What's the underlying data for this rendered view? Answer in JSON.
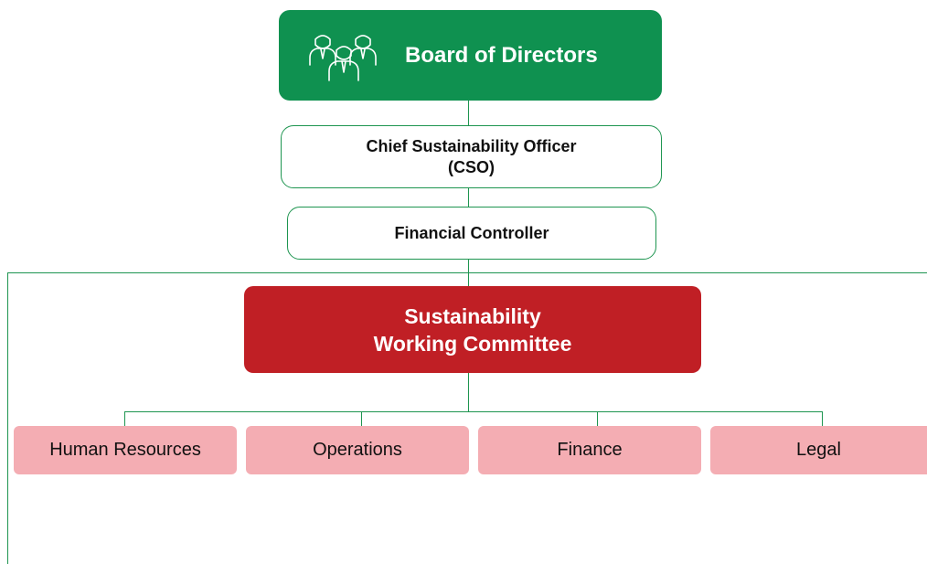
{
  "board": {
    "title": "Board of Directors",
    "icon": "group-of-people-icon"
  },
  "cso": {
    "line1": "Chief Sustainability Officer",
    "line2": "(CSO)"
  },
  "financial_controller": {
    "title": "Financial Controller"
  },
  "committee": {
    "line1": "Sustainability",
    "line2": "Working Committee"
  },
  "departments": [
    {
      "label": "Human Resources"
    },
    {
      "label": "Operations"
    },
    {
      "label": "Finance"
    },
    {
      "label": "Legal"
    }
  ],
  "colors": {
    "green": "#0f9150",
    "line_green": "#1e9550",
    "red": "#c01f25",
    "pink": "#f4adb3"
  }
}
